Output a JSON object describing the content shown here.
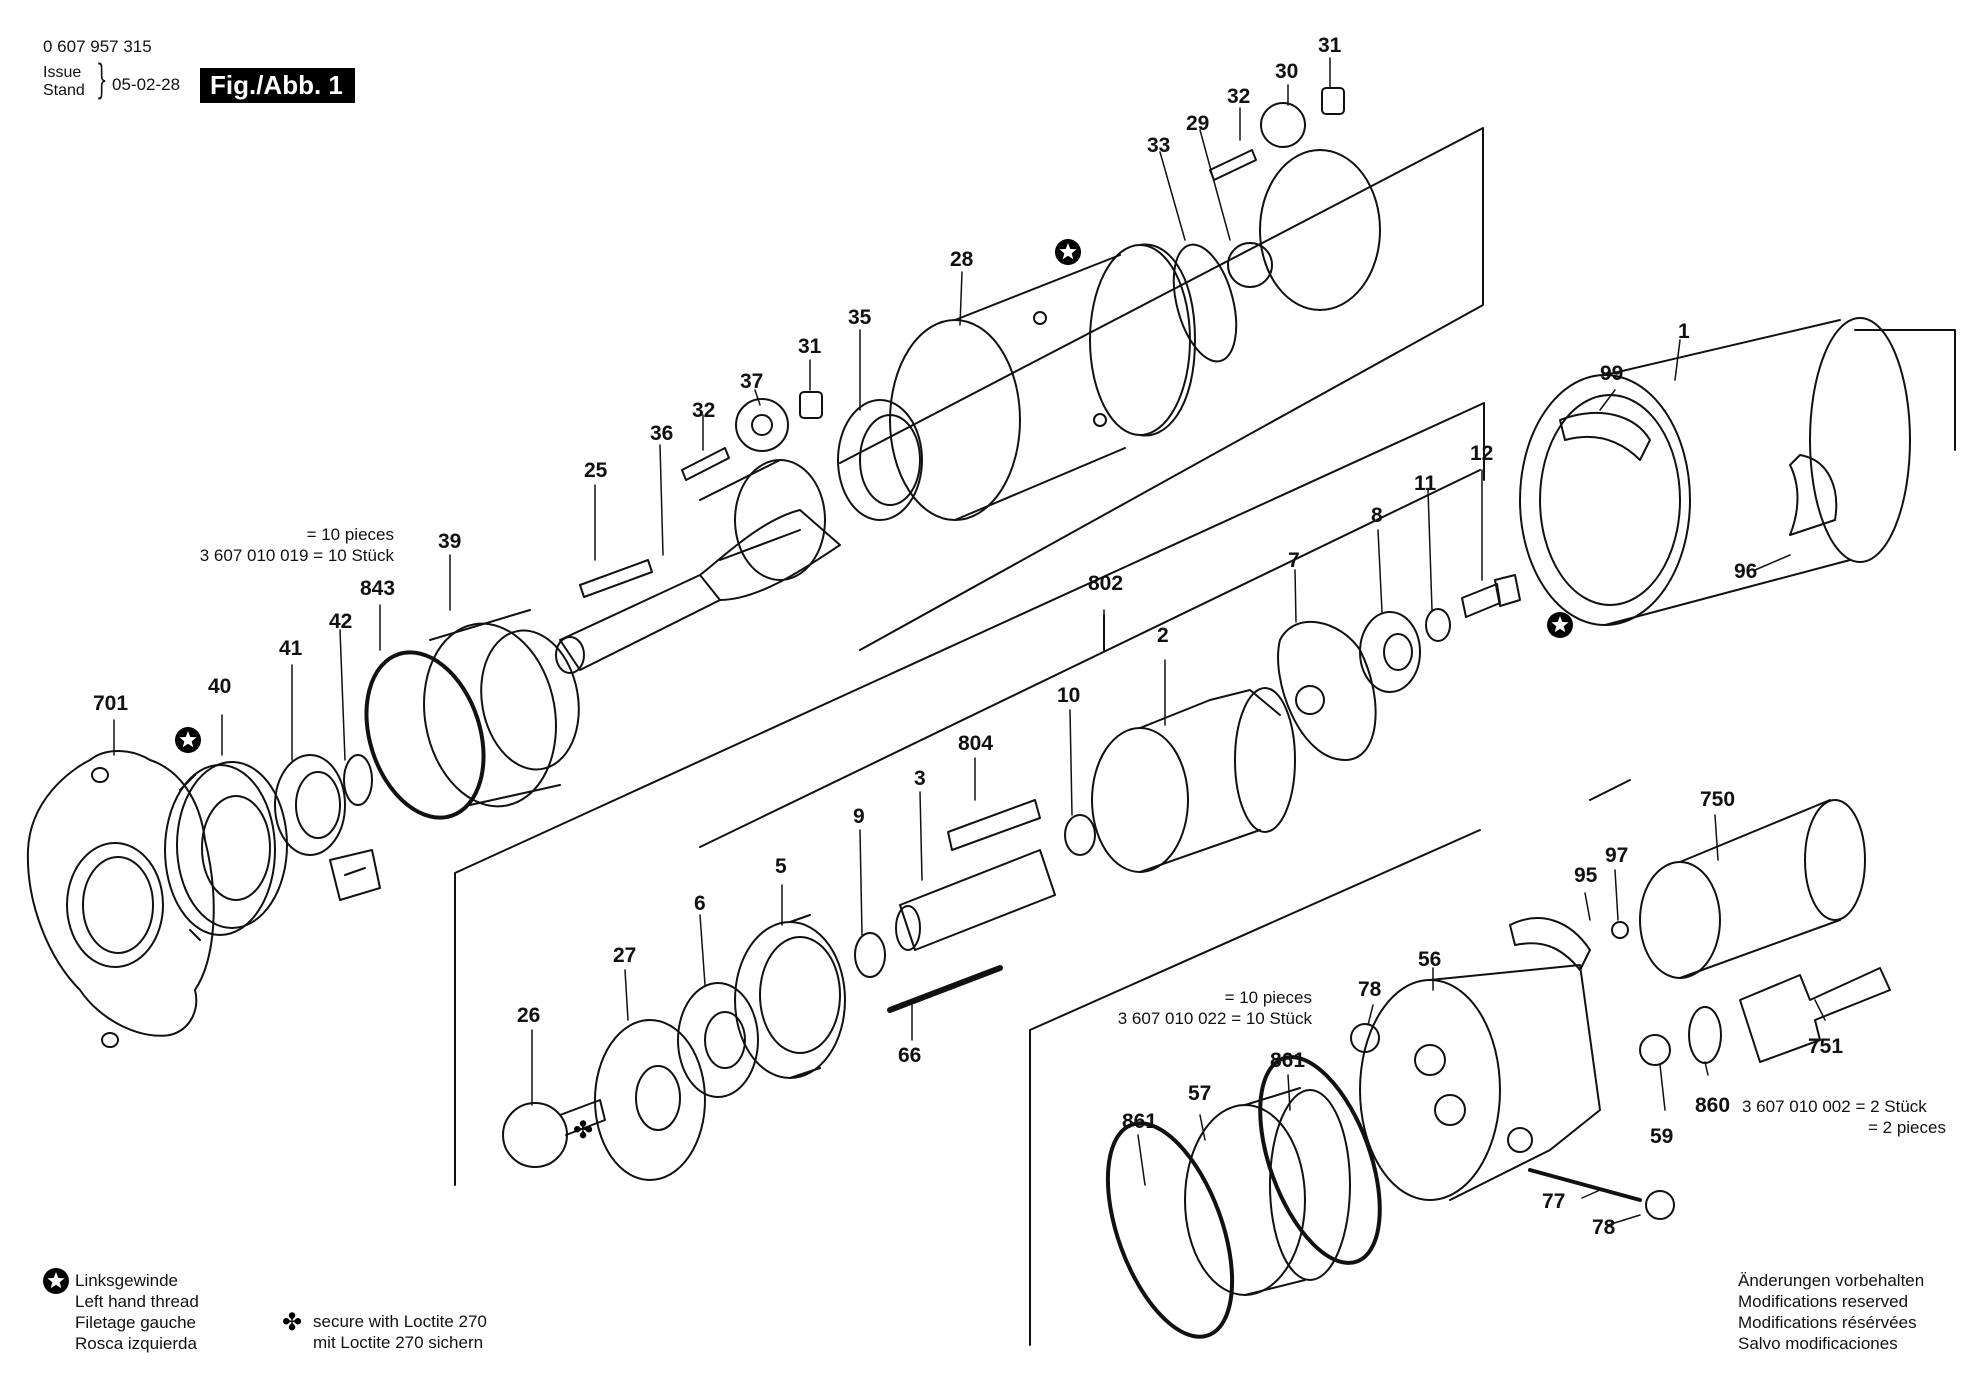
{
  "header": {
    "doc_number": "0 607 957 315",
    "issue_label": "Issue",
    "stand_label": "Stand",
    "date": "05-02-28",
    "figure_label": "Fig./Abb. 1"
  },
  "icons": {
    "left_thread_marker": "star-circle-icon",
    "loctite_marker": "clover-icon"
  },
  "part_numbers": {
    "p1": "1",
    "p2": "2",
    "p3": "3",
    "p5": "5",
    "p6": "6",
    "p7": "7",
    "p8": "8",
    "p9": "9",
    "p10": "10",
    "p11": "11",
    "p12": "12",
    "p25": "25",
    "p26": "26",
    "p27": "27",
    "p28": "28",
    "p29": "29",
    "p30": "30",
    "p31a": "31",
    "p31b": "31",
    "p32a": "32",
    "p32b": "32",
    "p33": "33",
    "p35": "35",
    "p36": "36",
    "p37": "37",
    "p39": "39",
    "p40": "40",
    "p41": "41",
    "p42": "42",
    "p56": "56",
    "p57": "57",
    "p59": "59",
    "p66": "66",
    "p77": "77",
    "p78a": "78",
    "p78b": "78",
    "p95": "95",
    "p96": "96",
    "p97": "97",
    "p99": "99",
    "p701": "701",
    "p750": "750",
    "p751": "751",
    "p802": "802",
    "p804": "804",
    "p843": "843",
    "p860": "860",
    "p861a": "861",
    "p861b": "861"
  },
  "notes": {
    "n843_a": "= 10 pieces",
    "n843_b": "3 607 010 019 = 10 Stück",
    "n861_a": "= 10 pieces",
    "n861_b": "3 607 010 022 = 10 Stück",
    "n860_a": "3 607 010 002 = 2 Stück",
    "n860_b": "= 2 pieces"
  },
  "legend_left": [
    "Linksgewinde",
    "Left hand thread",
    "Filetage gauche",
    "Rosca izquierda"
  ],
  "legend_mid": [
    "secure with Loctite 270",
    "mit Loctite 270 sichern"
  ],
  "legend_right": [
    "Änderungen vorbehalten",
    "Modifications reserved",
    "Modifications résérvées",
    "Salvo modificaciones"
  ]
}
